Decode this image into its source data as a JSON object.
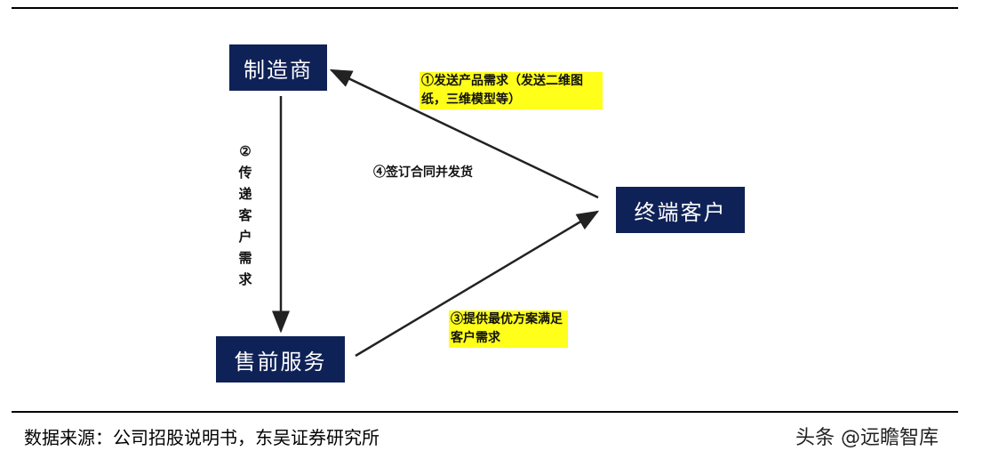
{
  "nodes": {
    "manufacturer": "制造商",
    "customer": "终端客户",
    "presales": "售前服务"
  },
  "edges": {
    "step1": "①发送产品需求（发送二维图纸，三维模型等）",
    "step2_num": "②",
    "step2": "传递客户需求",
    "step3": "③提供最优方案满足客户需求",
    "step4": "④签订合同并发货"
  },
  "source": "数据来源：公司招股说明书，东吴证券研究所",
  "watermark": "头条 @远瞻智库"
}
